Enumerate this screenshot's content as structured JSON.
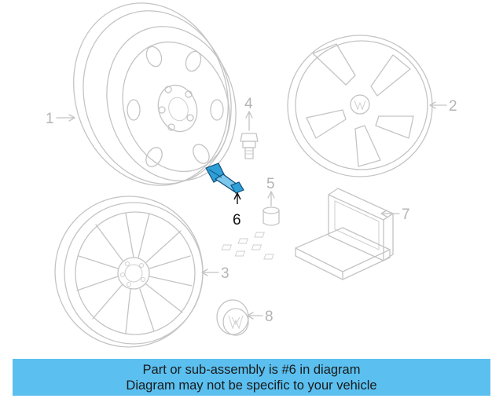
{
  "diagram": {
    "callouts": [
      {
        "number": "1",
        "part": "steel-wheel"
      },
      {
        "number": "2",
        "part": "wheel-cover"
      },
      {
        "number": "3",
        "part": "alloy-wheel"
      },
      {
        "number": "4",
        "part": "wheel-bolt"
      },
      {
        "number": "5",
        "part": "lug-cap"
      },
      {
        "number": "6",
        "part": "tpms-valve-stem",
        "highlighted": true
      },
      {
        "number": "7",
        "part": "wheel-lock-kit"
      },
      {
        "number": "8",
        "part": "center-cap"
      }
    ],
    "highlight_color": "#2f9fd8"
  },
  "banner": {
    "line1": "Part or sub-assembly is #6 in diagram",
    "line2": "Diagram may not be specific to your vehicle",
    "background": "#5bc0f0"
  }
}
